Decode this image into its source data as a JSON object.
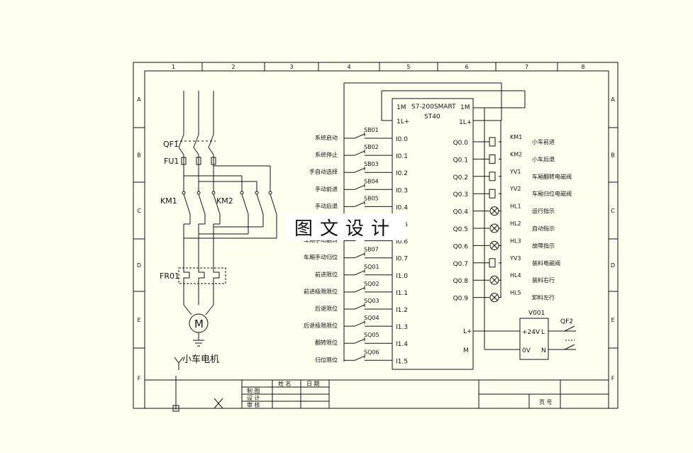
{
  "frame": {
    "columns": [
      "1",
      "2",
      "3",
      "4",
      "5",
      "6",
      "7",
      "8"
    ],
    "rows": [
      "A",
      "B",
      "C",
      "D",
      "E",
      "F"
    ]
  },
  "motor": {
    "breaker": "QF1",
    "fuse": "FU1",
    "contactor_fwd": "KM1",
    "contactor_rev": "KM2",
    "overload": "FR01",
    "motor_symbol": "M",
    "caption": "小车电机"
  },
  "plc": {
    "common_left": "1M",
    "model": "S7-200SMART",
    "variant": "ST40",
    "common_right": "1M",
    "supply_left": "1L+",
    "supply_right": "1L+",
    "supply_bottom": "L+",
    "common_bottom": "M"
  },
  "inputs": [
    {
      "desc": "系统启动",
      "tag": "SB01",
      "addr": "I0.0"
    },
    {
      "desc": "系统停止",
      "tag": "SB02",
      "addr": "I0.1"
    },
    {
      "desc": "手自动选择",
      "tag": "SB03",
      "addr": "I0.2"
    },
    {
      "desc": "手动前进",
      "tag": "SB04",
      "addr": "I0.3"
    },
    {
      "desc": "手动后退",
      "tag": "SB05",
      "addr": "I0.4"
    },
    {
      "desc": "",
      "tag": "",
      "addr": "I0.5"
    },
    {
      "desc": "车厢手动翻转",
      "tag": "",
      "addr": "I0.6"
    },
    {
      "desc": "车厢手动归位",
      "tag": "SB07",
      "addr": "I0.7"
    },
    {
      "desc": "前进限位",
      "tag": "SQ01",
      "addr": "I1.0"
    },
    {
      "desc": "前进极限限位",
      "tag": "SQ02",
      "addr": "I1.1"
    },
    {
      "desc": "后退限位",
      "tag": "SQ03",
      "addr": "I1.2"
    },
    {
      "desc": "后退极限限位",
      "tag": "SQ04",
      "addr": "I1.3"
    },
    {
      "desc": "翻转限位",
      "tag": "SQ05",
      "addr": "I1.4"
    },
    {
      "desc": "归位限位",
      "tag": "SQ06",
      "addr": "I1.5"
    }
  ],
  "outputs": [
    {
      "addr": "Q0.0",
      "tag": "KM1",
      "desc": "小车前进",
      "kind": "coil"
    },
    {
      "addr": "Q0.1",
      "tag": "KM2",
      "desc": "小车后退",
      "kind": "coil"
    },
    {
      "addr": "Q0.2",
      "tag": "YV1",
      "desc": "车厢翻转电磁阀",
      "kind": "coil"
    },
    {
      "addr": "Q0.3",
      "tag": "YV2",
      "desc": "车厢归位电磁阀",
      "kind": "coil"
    },
    {
      "addr": "Q0.4",
      "tag": "HL1",
      "desc": "运行指示",
      "kind": "lamp"
    },
    {
      "addr": "Q0.5",
      "tag": "HL2",
      "desc": "自动指示",
      "kind": "lamp"
    },
    {
      "addr": "Q0.6",
      "tag": "HL3",
      "desc": "故障指示",
      "kind": "lamp"
    },
    {
      "addr": "Q0.7",
      "tag": "YV3",
      "desc": "装料电磁阀",
      "kind": "coil"
    },
    {
      "addr": "Q0.8",
      "tag": "HL4",
      "desc": "装料右行",
      "kind": "lamp"
    },
    {
      "addr": "Q0.9",
      "tag": "HL5",
      "desc": "卸料左行",
      "kind": "lamp"
    }
  ],
  "power": {
    "title": "V001",
    "v24": "+24V",
    "l": "L",
    "v0": "0V",
    "n": "N",
    "breaker": "QF2"
  },
  "title_block": {
    "name_header": "姓 名",
    "date_header": "日 期",
    "row1": "制 图",
    "row2": "设 计",
    "row3": "审 核",
    "page_label": "页 号"
  },
  "watermark": "图文设计"
}
